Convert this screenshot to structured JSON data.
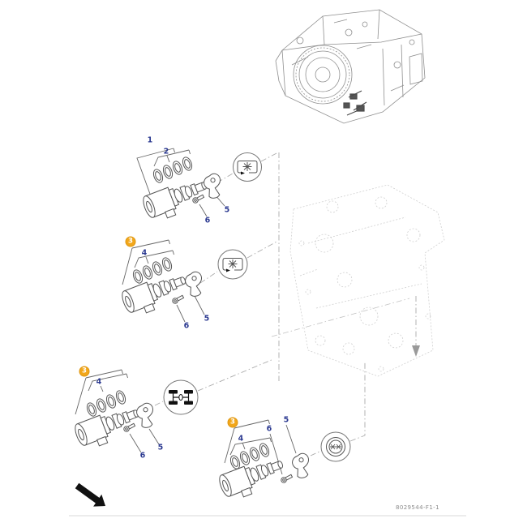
{
  "page": {
    "figure_code": "8029544-F1-1",
    "description": "Exploded parts diagram of four transmission control solenoid valves with O-ring kits, retaining forks and bolts"
  },
  "colors": {
    "callout_text": "#2b3990",
    "badge_fill": "#f2a71b",
    "badge_text": "#ffffff",
    "part_line": "#555555",
    "reference_line": "#aaaaaa",
    "ghost_line": "#cfcfcf",
    "arrow_fill": "#111111"
  },
  "callouts": {
    "a1": "1",
    "a2": "2",
    "a5": "5",
    "a6": "6",
    "b3": "3",
    "b4": "4",
    "b5": "5",
    "b6": "6",
    "c3": "3",
    "c4": "4",
    "c5": "5",
    "c6": "6",
    "d3": "3",
    "d4": "4",
    "d5": "5",
    "d6": "6"
  },
  "details": {
    "top_circle_icon": "pto-clutch-icon",
    "middle_circle_icon": "pto-clutch-icon",
    "bottom_left_circle_icon": "four-wheel-drive-icon",
    "bottom_right_circle_icon": "differential-lock-icon"
  }
}
